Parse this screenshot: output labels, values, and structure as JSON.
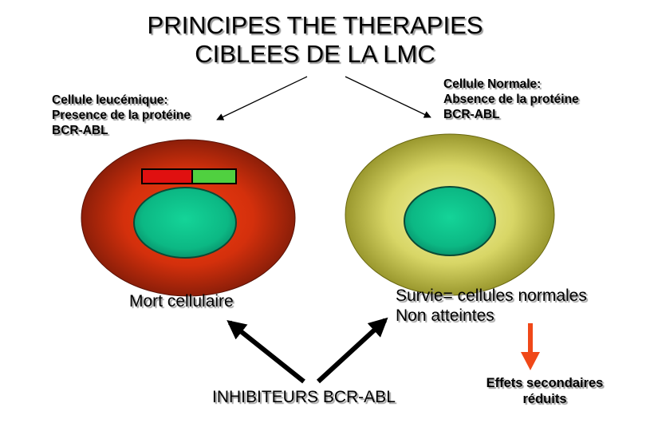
{
  "title": {
    "line1": "PRINCIPES THE THERAPIES",
    "line2": "CIBLEES DE LA LMC"
  },
  "leukemic_cell": {
    "label_line1": "Cellule leucémique:",
    "label_line2": "Presence de la protéine",
    "label_line3": "BCR-ABL",
    "outcome": "Mort cellulaire"
  },
  "normal_cell": {
    "label_line1": "Cellule Normale:",
    "label_line2": "Absence de la protéine",
    "label_line3": "BCR-ABL",
    "outcome_line1": "Survie= cellules normales",
    "outcome_line2": "Non atteintes"
  },
  "inhibitor": "INHIBITEURS BCR-ABL",
  "side_effects": {
    "line1": "Effets secondaires",
    "line2": "réduits"
  },
  "colors": {
    "leukemic_cell_center": "#f03a10",
    "leukemic_cell_edge": "#7a1a08",
    "normal_cell_center": "#f2f29a",
    "normal_cell_edge": "#8c8a20",
    "nucleus": "#10c890",
    "bcr_segment": "#e01010",
    "abl_segment": "#50d040",
    "down_arrow": "#f04818"
  }
}
